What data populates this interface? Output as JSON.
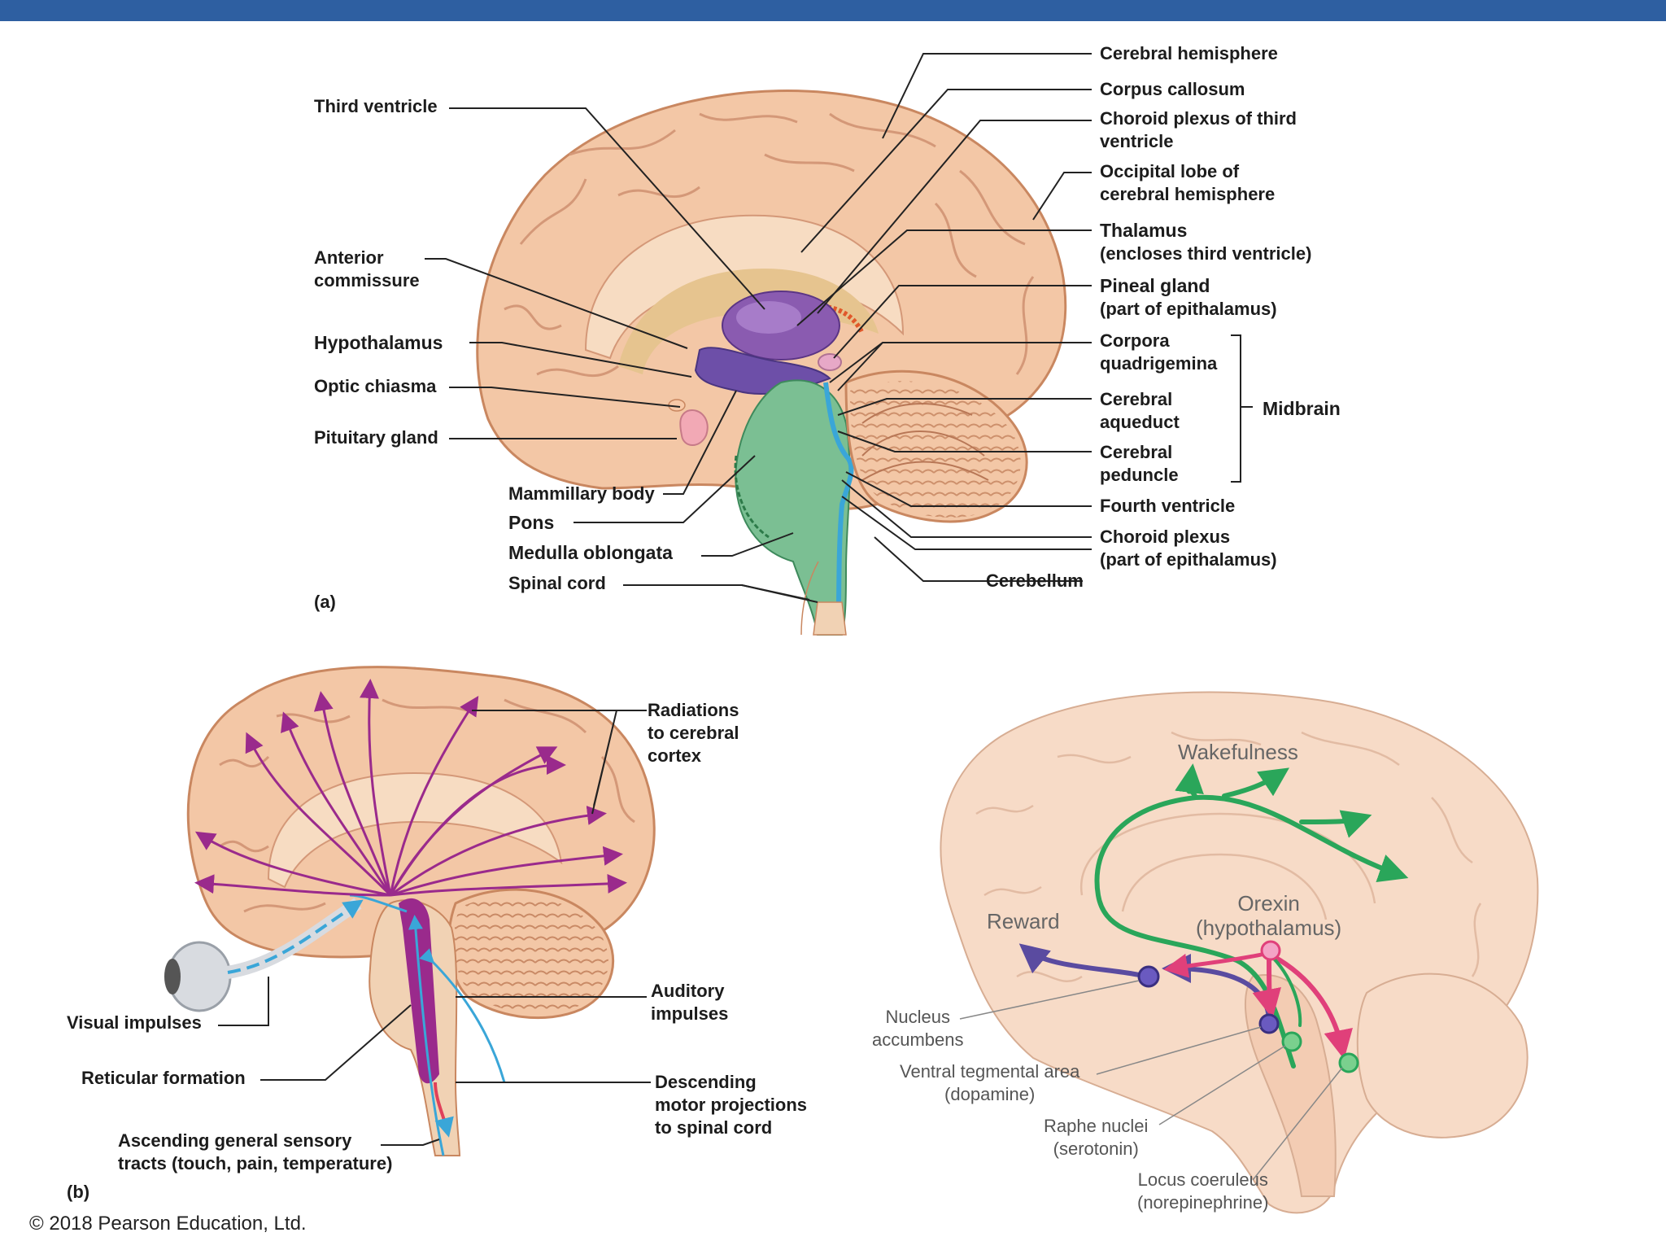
{
  "colors": {
    "topbar": "#2e5fa1",
    "brain_tissue": "#f3c7a6",
    "brain_outline": "#c98760",
    "thalamus": "#8a5bb0",
    "hypothalamus": "#6d4fa8",
    "brainstem": "#7bbf93",
    "ventricle": "#3aa6d8",
    "radiation_arrows": "#9a2a8c",
    "wakefulness_path": "#2aa65a",
    "reward_path": "#5a4ba0",
    "orexin_path": "#e0407a"
  },
  "panel_a": {
    "panel_label": "(a)",
    "left_labels": {
      "third_ventricle": "Third ventricle",
      "anterior_commissure": "Anterior\ncommissure",
      "hypothalamus": "Hypothalamus",
      "optic_chiasma": "Optic chiasma",
      "pituitary_gland": "Pituitary gland",
      "mammillary_body": "Mammillary body",
      "pons": "Pons",
      "medulla_oblongata": "Medulla oblongata",
      "spinal_cord": "Spinal cord"
    },
    "right_labels": {
      "cerebral_hemisphere": "Cerebral hemisphere",
      "corpus_callosum": "Corpus callosum",
      "choroid_plexus_third": "Choroid plexus of third\nventricle",
      "occipital_lobe": "Occipital lobe of\ncerebral hemisphere",
      "thalamus": "Thalamus",
      "thalamus_note": "(encloses third ventricle)",
      "pineal_gland": "Pineal gland",
      "pineal_note": "(part of epithalamus)",
      "corpora_quadrigemina": "Corpora\nquadrigemina",
      "cerebral_aqueduct": "Cerebral\naqueduct",
      "cerebral_peduncle": "Cerebral\npeduncle",
      "midbrain": "Midbrain",
      "fourth_ventricle": "Fourth ventricle",
      "choroid_plexus": "Choroid plexus\n(part of epithalamus)",
      "cerebellum": "Cerebellum"
    }
  },
  "panel_b": {
    "panel_label": "(b)",
    "labels": {
      "radiations": "Radiations\nto cerebral\ncortex",
      "auditory_impulses": "Auditory\nimpulses",
      "visual_impulses": "Visual impulses",
      "reticular_formation": "Reticular formation",
      "descending": "Descending\nmotor projections\nto spinal cord",
      "ascending": "Ascending general sensory\ntracts (touch, pain, temperature)"
    }
  },
  "panel_c": {
    "labels": {
      "wakefulness": "Wakefulness",
      "reward": "Reward",
      "orexin": "Orexin\n(hypothalamus)",
      "nucleus_accumbens": "Nucleus\naccumbens",
      "vta": "Ventral tegmental area\n(dopamine)",
      "raphe": "Raphe nuclei\n(serotonin)",
      "locus": "Locus coeruleus\n(norepinephrine)"
    }
  },
  "copyright": "© 2018 Pearson Education, Ltd."
}
